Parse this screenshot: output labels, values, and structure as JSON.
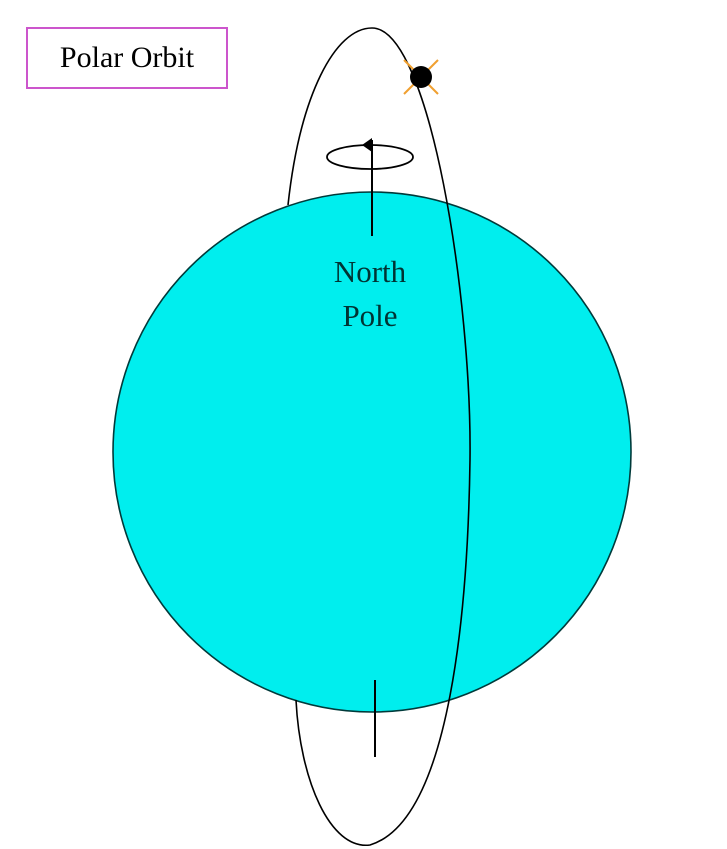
{
  "title": "Polar Orbit",
  "pole_label": {
    "line1": "North",
    "line2": "Pole"
  },
  "colors": {
    "earth_fill": "#00eeee",
    "outline": "#000000",
    "title_border": "#cc55cc",
    "satellite": "#000000",
    "satellite_rays": "#f0a030",
    "label_text": "#003333"
  },
  "icons": {
    "satellite": "satellite-icon",
    "rotation": "rotation-arrow-icon"
  }
}
